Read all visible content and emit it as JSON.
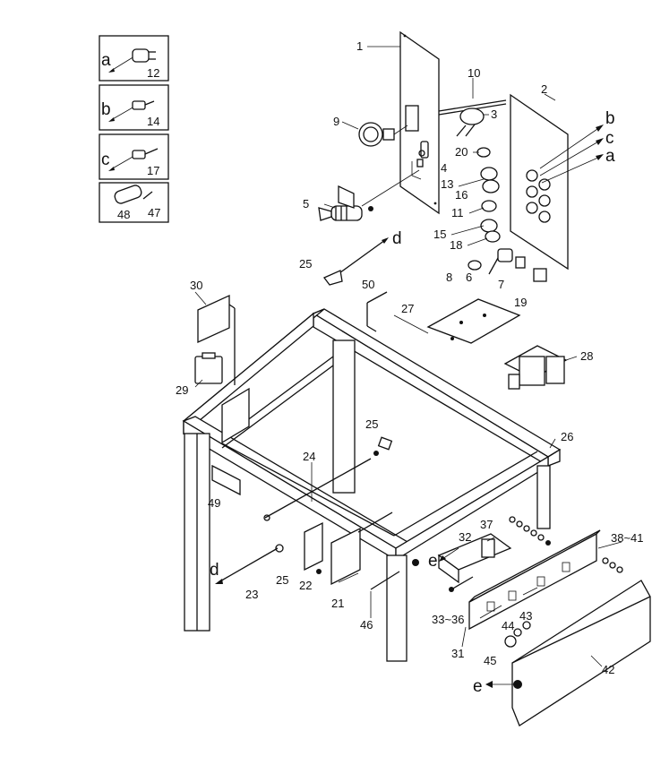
{
  "inset_boxes": [
    {
      "letter": "a",
      "part": "12"
    },
    {
      "letter": "b",
      "part": "14"
    },
    {
      "letter": "c",
      "part": "17"
    },
    {
      "parts": [
        "48",
        "47"
      ]
    }
  ],
  "callouts": {
    "p1": "1",
    "p2": "2",
    "p3": "3",
    "p4": "4",
    "p5": "5",
    "p6": "6",
    "p7": "7",
    "p8": "8",
    "p9": "9",
    "p10": "10",
    "p11": "11",
    "p13": "13",
    "p15": "15",
    "p16": "16",
    "p18": "18",
    "p19": "19",
    "p20": "20",
    "p21": "21",
    "p22": "22",
    "p23": "23",
    "p24": "24",
    "p25a": "25",
    "p25b": "25",
    "p25c": "25",
    "p26": "26",
    "p27": "27",
    "p28": "28",
    "p29": "29",
    "p30": "30",
    "p31": "31",
    "p32": "32",
    "p33_36": "33~36",
    "p37": "37",
    "p38_41": "38~41",
    "p42": "42",
    "p43": "43",
    "p44": "44",
    "p45": "45",
    "p46": "46",
    "p49": "49",
    "p50": "50"
  },
  "connectors": {
    "a": "a",
    "b": "b",
    "c": "c",
    "d1": "d",
    "d2": "d",
    "e1": "e",
    "e2": "e"
  }
}
